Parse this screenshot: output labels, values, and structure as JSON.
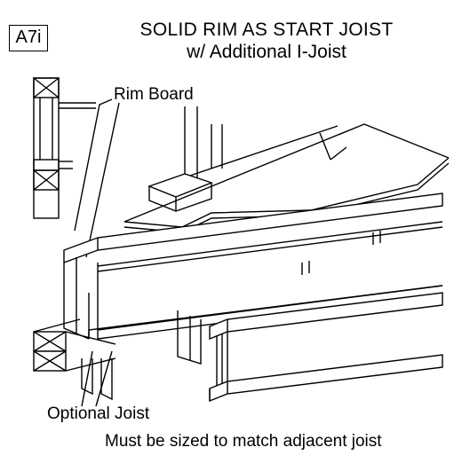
{
  "figure": {
    "code": "A7i",
    "title_line1": "SOLID RIM AS START JOIST",
    "title_line2": "w/ Additional I-Joist",
    "label_rim": "Rim Board",
    "label_optional": "Optional Joist",
    "label_note": "Must be sized to match adjacent joist"
  }
}
